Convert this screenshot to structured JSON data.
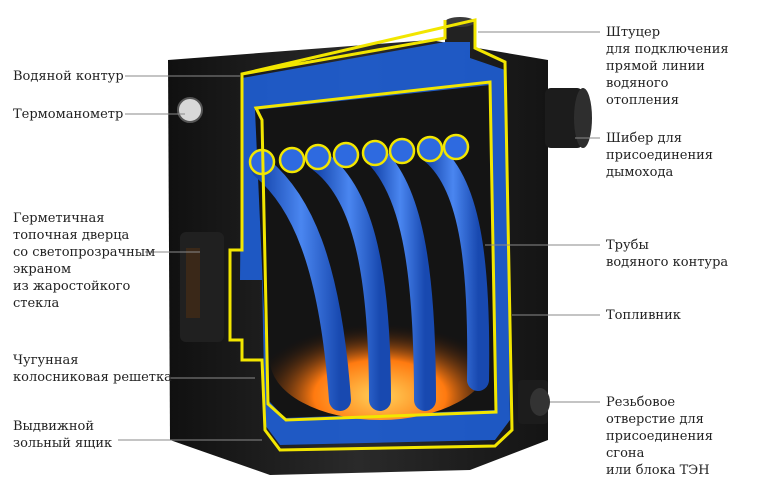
{
  "labels": {
    "left": [
      {
        "id": "water-circuit",
        "text": "Водяной контур"
      },
      {
        "id": "thermomanometer",
        "text": "Термоманометр"
      },
      {
        "id": "firebox-door",
        "text": "Герметичная\nтопочная дверца\nсо светопрозрачным\nэкраном\nиз жаростойкого\nстекла"
      },
      {
        "id": "grate",
        "text": "Чугунная\nколосниковая решетка"
      },
      {
        "id": "ash-drawer",
        "text": "Выдвижной\nзольный ящик"
      }
    ],
    "right": [
      {
        "id": "fitting",
        "text": "Штуцер\nдля подключения\nпрямой линии\nводяного\nотопления"
      },
      {
        "id": "damper",
        "text": "Шибер для\nприсоединения\nдымохода"
      },
      {
        "id": "pipes",
        "text": "Трубы\nводяного контура"
      },
      {
        "id": "firebox",
        "text": "Топливник"
      },
      {
        "id": "threaded-hole",
        "text": "Резьбовое\nотверстие для\nприсоединения\nсгона\nили блока ТЭН"
      }
    ]
  },
  "colors": {
    "body": "#1c1c1c",
    "water": "#1f5fd6",
    "outline": "#f2e600",
    "fire": "#ff8a1a",
    "leader": "#8a8a8a"
  }
}
